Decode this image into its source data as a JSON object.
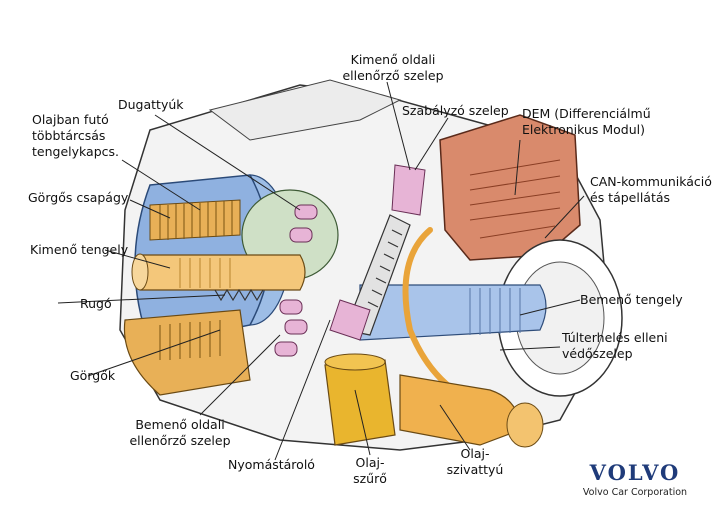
{
  "labels": {
    "kimeno_oldali_szelep": "Kimenő oldali\nellenőrző szelep",
    "dugattyuk": "Dugattyúk",
    "szabalyzo_szelep": "Szabályzó szelep",
    "dem": "DEM (Differenciálmű\nElektronikus Modul)",
    "olajban_futo": "Olajban futó\ntöbbtárcsás\ntengelykapcs.",
    "gorgos_csapagy": "Görgős csapágy",
    "can": "CAN-kommunikáció\nés tápellátás",
    "kimeno_tengely": "Kimenő tengely",
    "rugo": "Rugó",
    "bemeno_tengely": "Bemenő tengely",
    "tulterheles": "Túlterhelés elleni\nvédőszelep",
    "gorgok": "Görgők",
    "bemeno_oldali_szelep": "Bemenő oldali\nellenőrző szelep",
    "nyomastarolo": "Nyomástároló",
    "olajszuro": "Olaj-\nszűrő",
    "olajszivattyu": "Olaj-\nszivattyú"
  },
  "brand": {
    "word": "VOLVO",
    "corporation": "Volvo Car Corporation"
  },
  "colors": {
    "clutch_blue": "#8fb1e0",
    "piston_green": "#cfe0c6",
    "shaft_orange": "#f4c77a",
    "valve_pink": "#e7b4d6",
    "dem_red": "#d98a6c",
    "filter_yellow": "#e9b52e",
    "input_shaft_blue": "#a9c4ea",
    "casing_grey": "#f3f3f3",
    "volvo_blue": "#1f3b7a"
  }
}
